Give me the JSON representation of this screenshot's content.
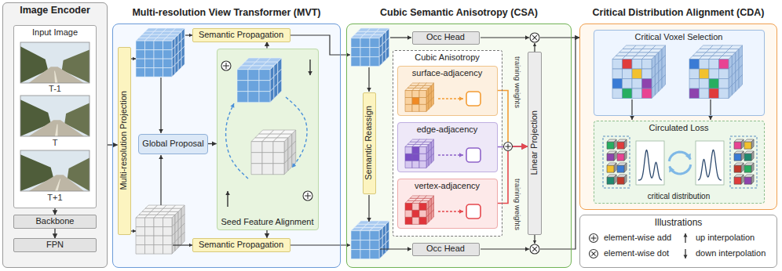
{
  "diagram": {
    "nodes": [
      {
        "text": [
          "Image Encoder"
        ]
      },
      {
        "text": [
          "Input Image"
        ],
        "in": 0
      },
      {
        "text": [
          "Backbone"
        ],
        "in": 0
      },
      {
        "text": [
          "FPN"
        ],
        "in": 0
      },
      {
        "text": [
          "Multi-resolution View Transformer (MVT)"
        ]
      },
      {
        "text": [
          "Multi-resolution Projection"
        ],
        "in": 4
      },
      {
        "text": [
          "Semantic Propagation"
        ],
        "in": 4
      },
      {
        "text": [
          "Global Proposal"
        ],
        "in": 4
      },
      {
        "text": [
          "Seed Feature Alignment"
        ],
        "in": 4
      },
      {
        "text": [
          "Semantic Propagation"
        ],
        "in": 4
      },
      {
        "text": [
          "Cubic Semantic Anisotropy (CSA)"
        ]
      },
      {
        "text": [
          "Occ Head"
        ],
        "in": 10
      },
      {
        "text": [
          "Semantic Reassign"
        ],
        "in": 10
      },
      {
        "text": [
          "Cubic Anisotropy"
        ],
        "in": 10
      },
      {
        "text": [
          "surface-adjacency"
        ],
        "in": 13
      },
      {
        "text": [
          "edge-adjacency"
        ],
        "in": 13
      },
      {
        "text": [
          "vertex-adjacency"
        ],
        "in": 13
      },
      {
        "text": [
          "Linear Projection"
        ],
        "in": 10
      },
      {
        "text": [
          "Occ Head"
        ],
        "in": 10
      },
      {
        "text": [
          "Critical Distribution Alignment (CDA)"
        ]
      },
      {
        "text": [
          "Critical Voxel Selection"
        ],
        "in": 19
      },
      {
        "text": [
          "Circulated Loss",
          "critical distribution"
        ],
        "in": 19
      },
      {
        "text": [
          "Illustrations"
        ]
      }
    ],
    "edges": [
      {
        "from": 1,
        "to": 2,
        "arrow": "to"
      },
      {
        "from": 2,
        "to": 3,
        "arrow": "to"
      },
      {
        "from": 0,
        "to": 5,
        "arrow": "to"
      },
      {
        "from": 7,
        "to": 8,
        "arrow": "to"
      },
      {
        "from": 8,
        "to": 6,
        "arrow": "to"
      },
      {
        "from": 8,
        "to": 9,
        "arrow": "to"
      },
      {
        "from": 14,
        "to": 17,
        "arrow": "to"
      },
      {
        "from": 15,
        "to": 17,
        "arrow": "to"
      },
      {
        "from": 16,
        "to": 17,
        "arrow": "to"
      },
      {
        "from": 10,
        "to": 19,
        "arrow": "to"
      }
    ],
    "labels": [
      "T-1",
      "T",
      "T+1",
      "training weights",
      "training weights"
    ],
    "legend": [
      {
        "text": "element-wise add"
      },
      {
        "text": "up interpolation"
      },
      {
        "text": "element-wise dot"
      },
      {
        "text": "down interpolation"
      }
    ]
  }
}
